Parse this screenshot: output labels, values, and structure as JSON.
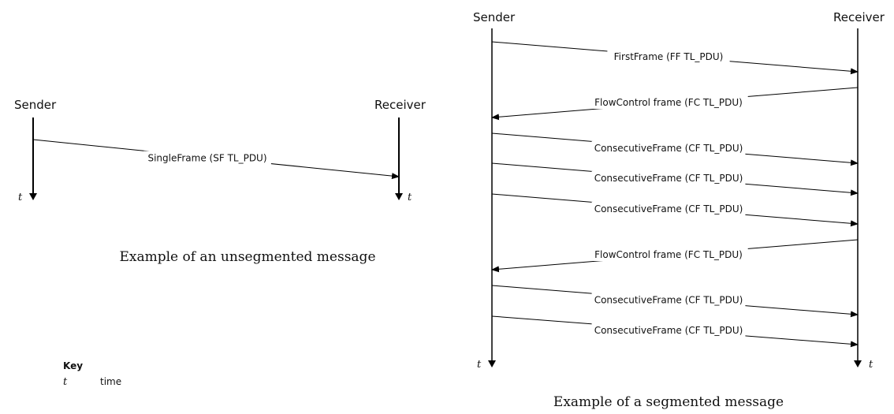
{
  "diagram_left": {
    "sender_label": "Sender",
    "receiver_label": "Receiver",
    "time_label_sender": "t",
    "time_label_receiver": "t",
    "caption": "Example of an unsegmented message",
    "messages": [
      {
        "label": "SingleFrame (SF TL_PDU)",
        "direction": "to_receiver"
      }
    ]
  },
  "diagram_right": {
    "sender_label": "Sender",
    "receiver_label": "Receiver",
    "time_label_sender": "t",
    "time_label_receiver": "t",
    "caption": "Example of a segmented message",
    "messages": [
      {
        "label": "FirstFrame (FF TL_PDU)",
        "direction": "to_receiver"
      },
      {
        "label": "FlowControl frame (FC TL_PDU)",
        "direction": "to_sender"
      },
      {
        "label": "ConsecutiveFrame (CF TL_PDU)",
        "direction": "to_receiver"
      },
      {
        "label": "ConsecutiveFrame (CF TL_PDU)",
        "direction": "to_receiver"
      },
      {
        "label": "ConsecutiveFrame (CF TL_PDU)",
        "direction": "to_receiver"
      },
      {
        "label": "FlowControl frame (FC TL_PDU)",
        "direction": "to_sender"
      },
      {
        "label": "ConsecutiveFrame (CF TL_PDU)",
        "direction": "to_receiver"
      },
      {
        "label": "ConsecutiveFrame (CF TL_PDU)",
        "direction": "to_receiver"
      }
    ]
  },
  "key": {
    "title": "Key",
    "entries": [
      {
        "symbol": "t",
        "meaning": "time"
      }
    ]
  }
}
